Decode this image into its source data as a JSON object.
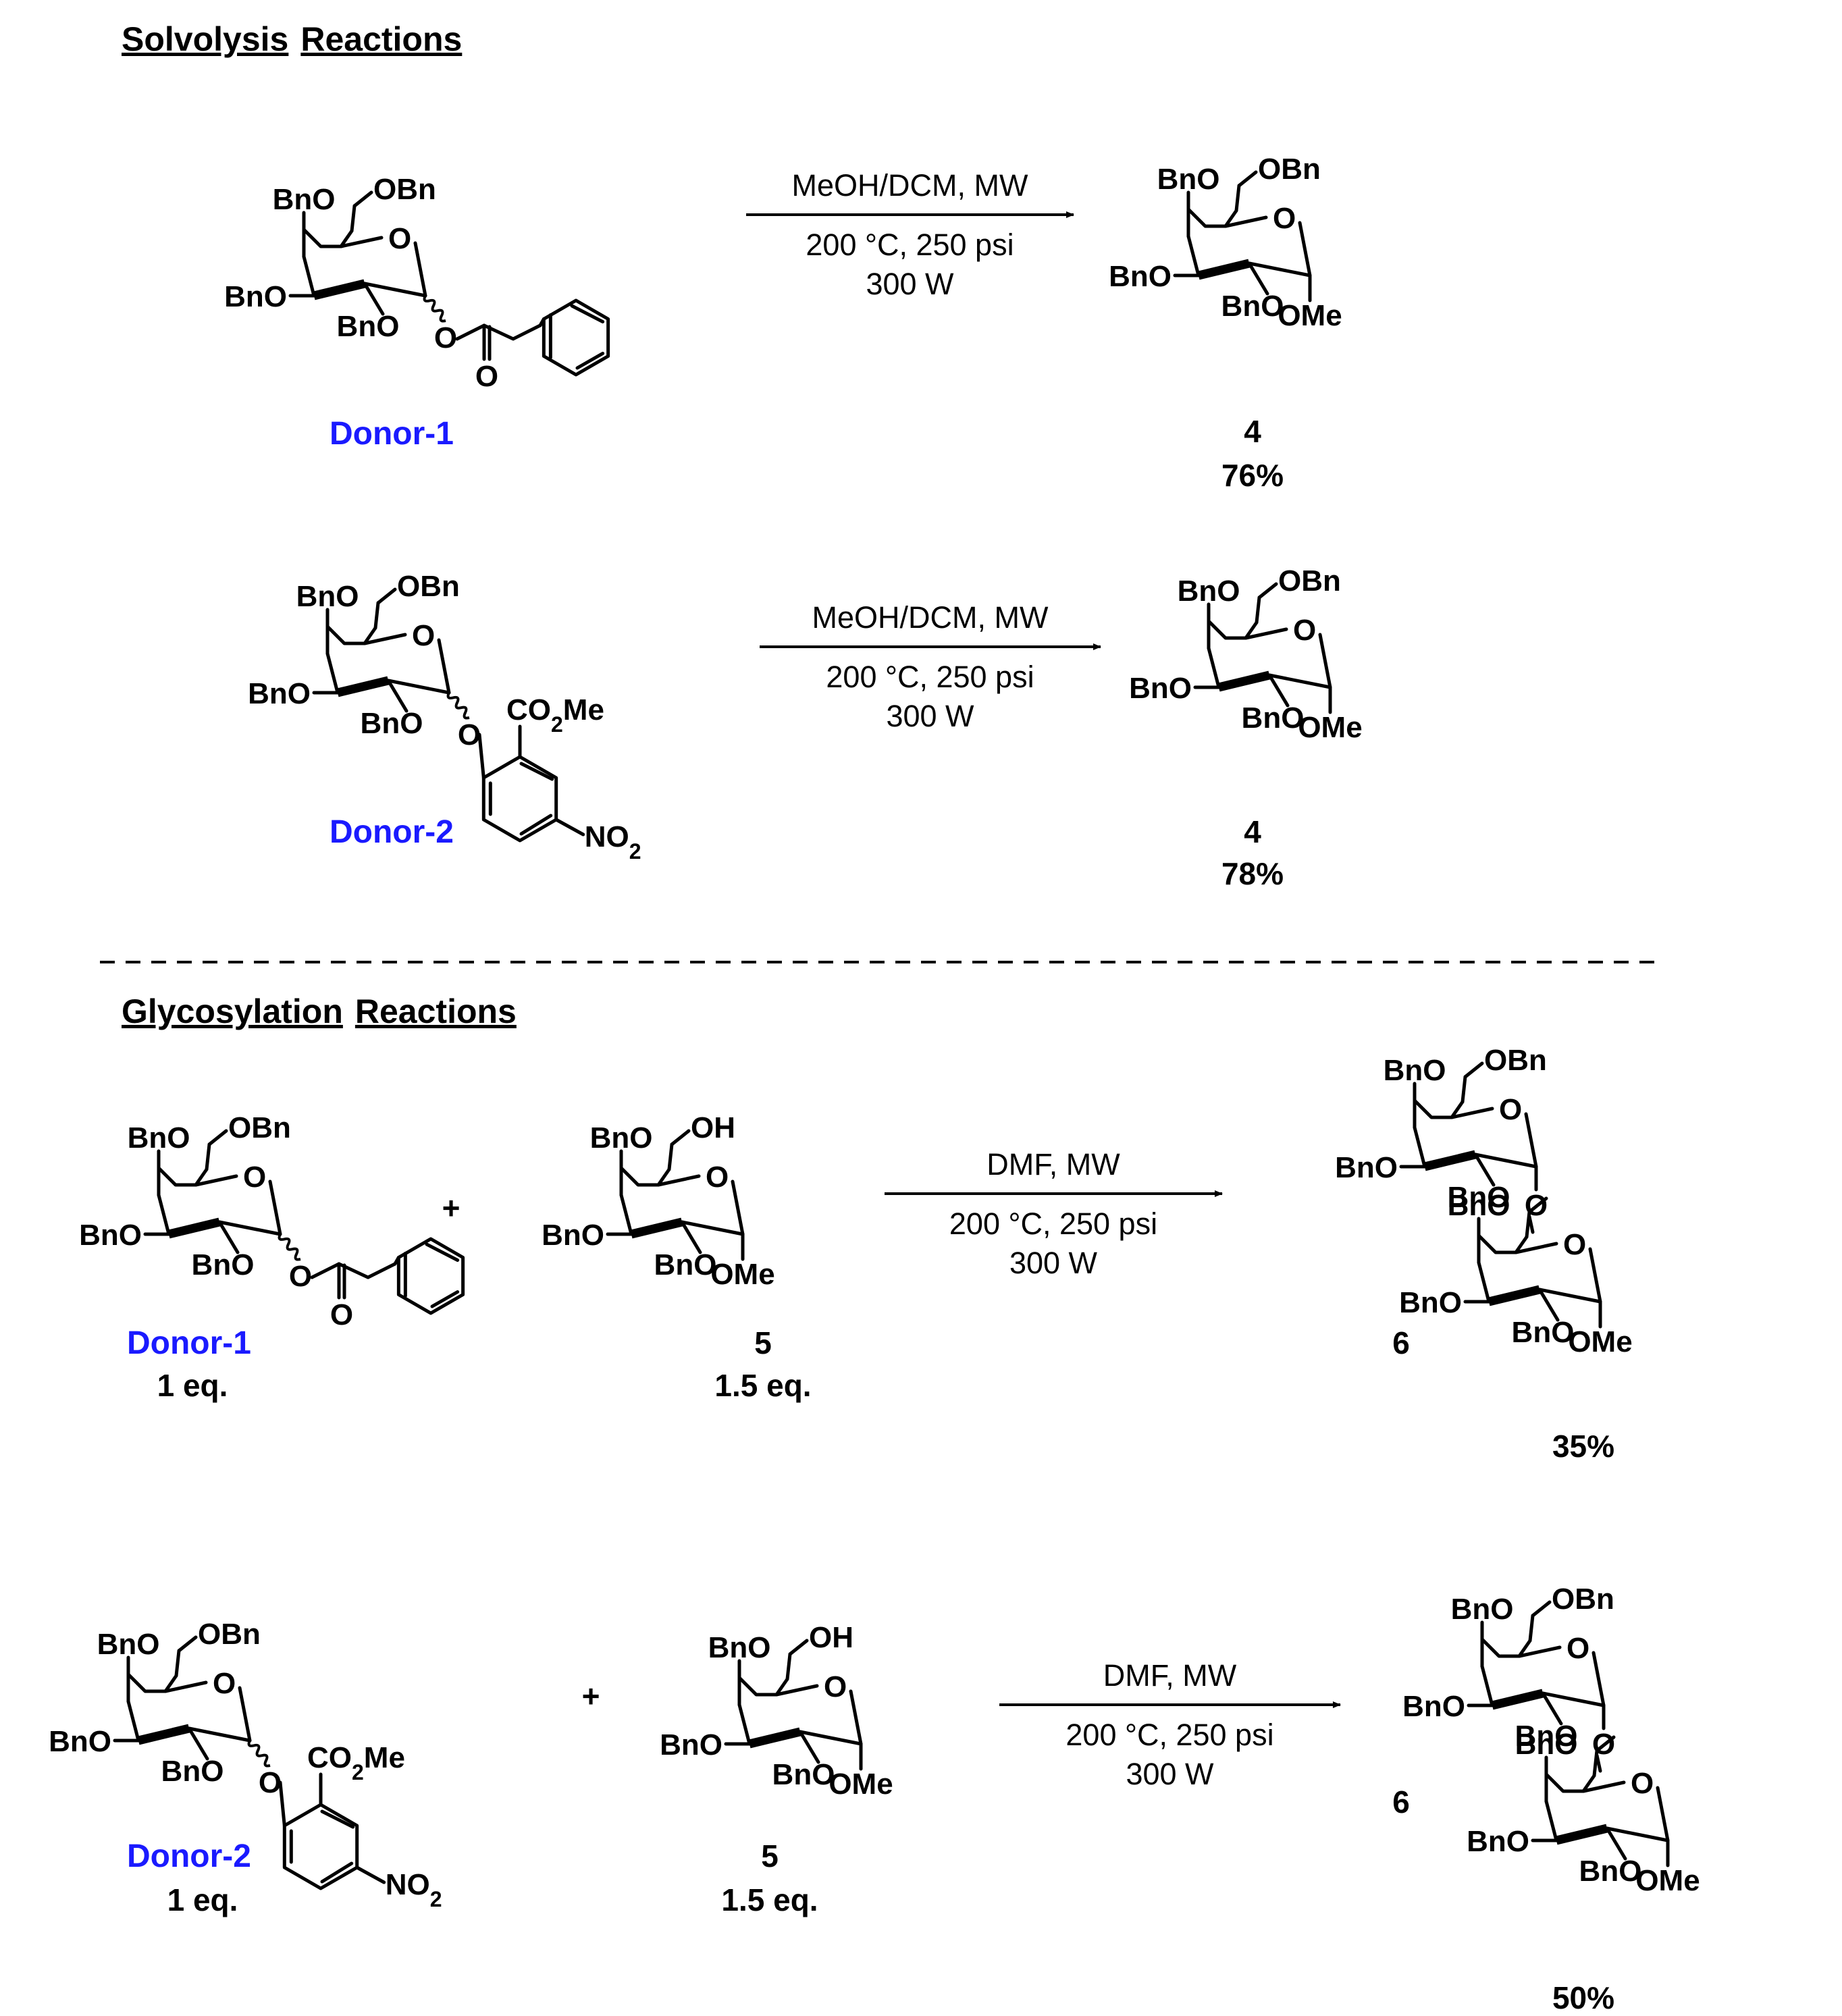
{
  "sections": [
    {
      "title_word1": "Solvolysis",
      "title_word2": "Reactions"
    },
    {
      "title_word1": "Glycosylation",
      "title_word2": "Reactions"
    }
  ],
  "colors": {
    "donor_label": "#1a1aff",
    "ink": "#000000",
    "background": "#ffffff"
  },
  "labels": {
    "bno": "BnO",
    "obn": "OBn",
    "ring_o": "O",
    "ome": "OMe",
    "oh": "OH",
    "co2me_co": "CO",
    "co2me_sub": "2",
    "co2me_me": "Me",
    "no2_no": "NO",
    "no2_sub": "2",
    "plus": "+"
  },
  "reactions": [
    {
      "donor": "Donor-1",
      "conditions": {
        "line1": "MeOH/DCM, MW",
        "line2": "200 °C, 250 psi",
        "line3": "300 W"
      },
      "product": "4",
      "yield": "76%"
    },
    {
      "donor": "Donor-2",
      "conditions": {
        "line1": "MeOH/DCM, MW",
        "line2": "200 °C, 250 psi",
        "line3": "300 W"
      },
      "product": "4",
      "yield": "78%"
    },
    {
      "donor": "Donor-1",
      "donor_equiv": "1 eq.",
      "acceptor": "5",
      "acceptor_equiv": "1.5 eq.",
      "conditions": {
        "line1": "DMF,  MW",
        "line2": "200 °C, 250 psi",
        "line3": "300 W"
      },
      "product": "6",
      "yield": "35%"
    },
    {
      "donor": "Donor-2",
      "donor_equiv": "1 eq.",
      "acceptor": "5",
      "acceptor_equiv": "1.5 eq.",
      "conditions": {
        "line1": "DMF,  MW",
        "line2": "200 °C, 250 psi",
        "line3": "300 W"
      },
      "product": "6",
      "yield": "50%"
    }
  ]
}
